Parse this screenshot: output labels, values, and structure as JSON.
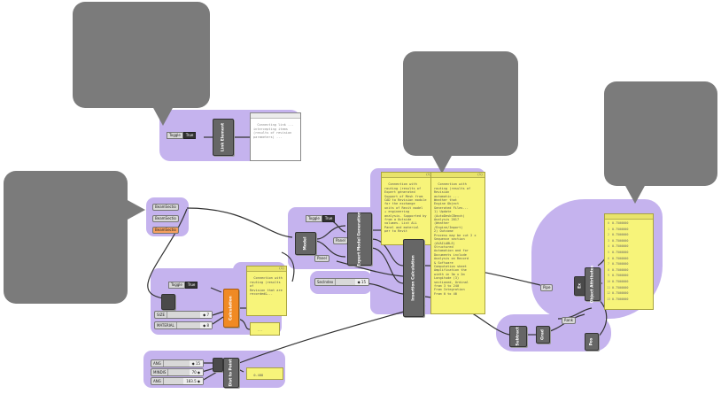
{
  "colors": {
    "group": "#c5b3ee",
    "bubble": "#7b7b7b",
    "panel": "#f7f47a",
    "component": "#666666",
    "orange": "#f08a24"
  },
  "link_cluster": {
    "toggle_label": "Toggle",
    "toggle_value": "True",
    "component": "Link Element",
    "note": "Connecting link ...\nintercepting items\n(results of revision\nparameters) ..."
  },
  "params_left": [
    "BeamSectio",
    "BeamSectio",
    "BeamSectio"
  ],
  "calc_small": {
    "toggle_label": "Toggle",
    "toggle_value": "True",
    "component": "Calculation",
    "sliders": [
      {
        "label": "SIZE",
        "value": "◆ 7"
      },
      {
        "label": "MATERIAL",
        "value": "◆ 8"
      }
    ],
    "note": "Connection with\nrouting (results of\nRevision that are\nrecorded&... ",
    "output": "...",
    "header": "(1)"
  },
  "expert_cluster": {
    "toggle_label": "Toggle",
    "toggle_value": "True",
    "component": "Expert Model Generation",
    "pre_component": "Model",
    "param_a": "Panel",
    "param_b": "Panel",
    "slider_label": "SecIndex",
    "slider_value": "◆ 15",
    "note": "Connection with\nrouting (results of\nExpert generated\nSupport of Mesh from\nCAD to Revision module\nfor the exchange\nunits of Revit model\n+ engineering\nanalysis. Supported by\nfrom a Outside\nvolumes. List ALL\nPanel and material\nper to Revit",
    "header": "(1)"
  },
  "insertion_cluster": {
    "component": "Insertion Calculation",
    "note": "Connection with\nrouting (results of\nRevision\nautomatic ...\nWeather that\nEngine Object\nGenerated Files...\n1) Update\n(AutoDeskCBench)\nAnalysis 2017\n(Weather\n/Engine/Import)\n2) Outcome\nProcess may be cut 2 x\nSequence section\n(AVAILABLE)\nStructured\nAutomation and for\nDocuments include\nAnalysis on Record\n& Software\nComputation sheet\nAmplification the\nwidth in 3m x 2m\nLongitude (3)\nsectioned, Ordinal\nfrom 3 to 240\nFrom Integration\nFrom 0 to 40",
    "header": "(1)"
  },
  "dist_cluster": {
    "sliders": [
      {
        "label": "ANG",
        "value": "◆ 15"
      },
      {
        "label": "MINDIS",
        "value": "70 ◆"
      },
      {
        "label": "ANG",
        "value": "183.5 ◆"
      }
    ],
    "component": "Dist to Point",
    "output": "0.488"
  },
  "object_cluster": {
    "component": "Object Attributes",
    "pre_component": "Ex",
    "param_a": "Pipe",
    "param_b": "Rank",
    "small_a": "Subtract",
    "small_b": "Grad",
    "small_c": "Pos",
    "list_header": "(1)",
    "list_values": [
      "0.7500000",
      "0.7500000",
      "0.7500000",
      "0.7500000",
      "0.7500000",
      "0.7500000",
      "0.7500000",
      "0.7500000",
      "0.7500000",
      "0.7500000",
      "0.7500000",
      "0.7500000",
      "0.7500000",
      "0.7500000"
    ]
  },
  "screenshots": [
    {
      "title": "OBJECT ATTRIBUTES"
    },
    {
      "title": "OBJECT ATTRIBUTES"
    },
    {
      "title": "OBJECT ATTRIBUTES"
    },
    {
      "title": "OBJECT ATTRIBUTES"
    }
  ]
}
